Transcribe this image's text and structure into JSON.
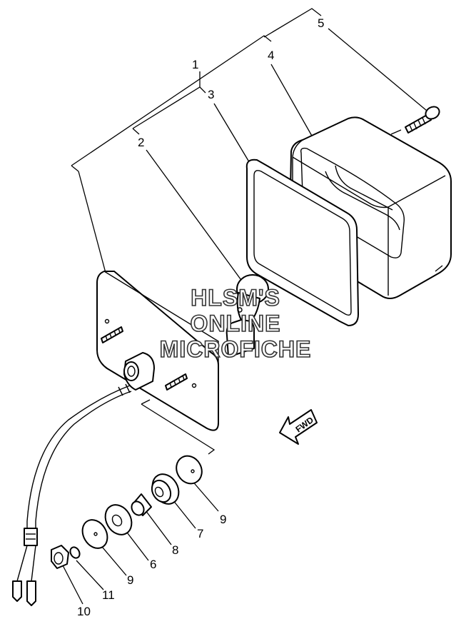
{
  "callouts": {
    "c1": "1",
    "c2": "2",
    "c3": "3",
    "c4": "4",
    "c5": "5",
    "c6": "6",
    "c7": "7",
    "c8": "8",
    "c9a": "9",
    "c9b": "9",
    "c10": "10",
    "c11": "11"
  },
  "watermark": {
    "line1": "HLSM'S",
    "line2": "ONLINE",
    "line3": "MICROFICHE"
  },
  "direction_label": "FWD"
}
